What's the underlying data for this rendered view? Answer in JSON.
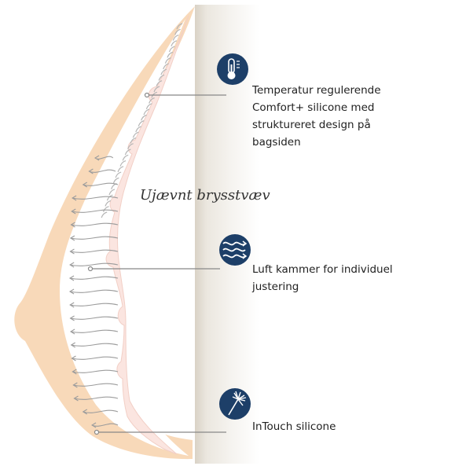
{
  "tissue_label": "Ujævnt brysstvæv",
  "features": [
    {
      "icon": "thermometer-icon",
      "text": "Temperatur regulerende\nComfort+ silicone med\nstruktureret design på\nbagsiden"
    },
    {
      "icon": "air-waves-icon",
      "text": "Luft kammer for individuel\njustering"
    },
    {
      "icon": "feather-icon",
      "text": "InTouch silicone"
    }
  ],
  "colors": {
    "skin": "#f8d9b9",
    "inner_pink": "#fbe5e0",
    "icon_navy": "#1d3f68",
    "leader_line": "#888888",
    "arrow_gray": "#9c9c9c"
  }
}
